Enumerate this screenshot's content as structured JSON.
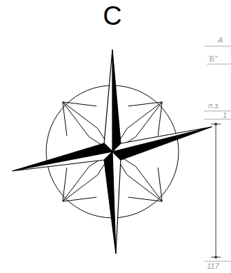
{
  "diagram": {
    "labels": [
      "С",
      "А",
      "'Б\"",
      "п.з.",
      "1",
      "117"
    ]
  }
}
